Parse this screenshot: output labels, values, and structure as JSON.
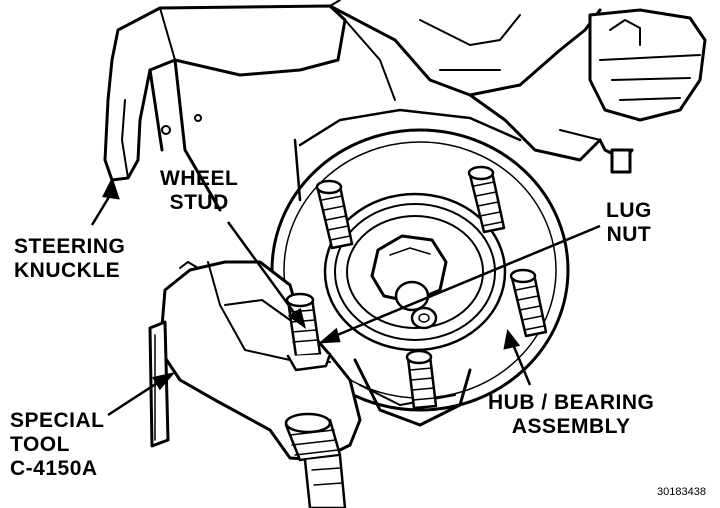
{
  "labels": {
    "steering_knuckle": [
      "STEERING",
      "KNUCKLE"
    ],
    "wheel_stud": [
      "WHEEL",
      "STUD"
    ],
    "lug_nut": [
      "LUG",
      "NUT"
    ],
    "special_tool": [
      "SPECIAL",
      "TOOL",
      "C-4150A"
    ],
    "hub_bearing": [
      "HUB / BEARING",
      "ASSEMBLY"
    ]
  },
  "figure_id": "30183438",
  "colors": {
    "ink": "#000000",
    "paper": "#ffffff"
  }
}
